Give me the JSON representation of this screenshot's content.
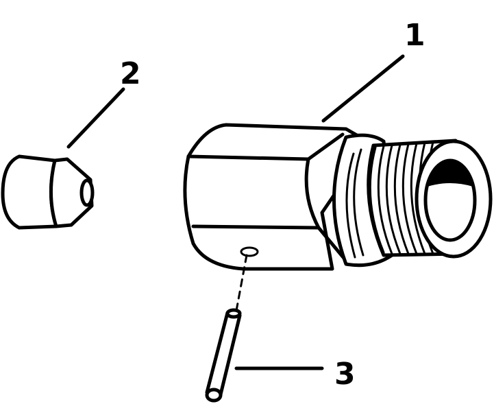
{
  "colors": {
    "ink": "#000000",
    "paper": "#ffffff"
  },
  "callouts": [
    {
      "id": "1",
      "label": "1"
    },
    {
      "id": "2",
      "label": "2"
    },
    {
      "id": "3",
      "label": "3"
    }
  ]
}
